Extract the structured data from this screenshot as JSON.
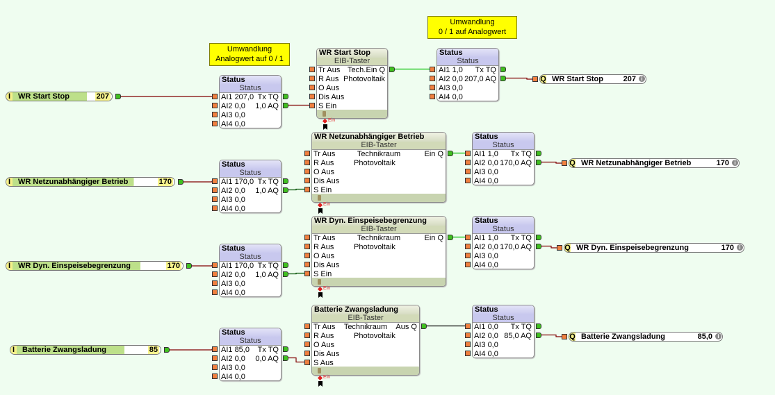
{
  "colors": {
    "background": "#effdf0",
    "note": "#ffff00",
    "analog_wire": "#800000",
    "digital_active_wire": "#00c000",
    "digital_wire": "#000000",
    "input_port": "#f08040",
    "output_port": "#40c020"
  },
  "notes": [
    {
      "line1": "Umwandlung",
      "line2": "Analogwert auf 0 / 1"
    },
    {
      "line1": "Umwandlung",
      "line2": "0 / 1  auf Analogwert"
    }
  ],
  "inputs": [
    {
      "prefix": "I",
      "label": "WR Start Stop",
      "value": "207"
    },
    {
      "prefix": "I",
      "label": "WR Netzunabhängiger Betrieb",
      "value": "170"
    },
    {
      "prefix": "I",
      "label": "WR Dyn. Einspeisebegrenzung",
      "value": "170"
    },
    {
      "prefix": "I",
      "label": "Batterie Zwangsladung",
      "value": "85"
    }
  ],
  "status_in": [
    {
      "title": "Status",
      "subtitle": "Status",
      "inputs": [
        "AI1 207,0",
        "AI2 0,0",
        "AI3 0,0",
        "AI4 0,0"
      ],
      "outputs": [
        "Tx TQ",
        "1,0 AQ"
      ]
    },
    {
      "title": "Status",
      "subtitle": "Status",
      "inputs": [
        "AI1 170,0",
        "AI2 0,0",
        "AI3 0,0",
        "AI4 0,0"
      ],
      "outputs": [
        "Tx TQ",
        "1,0 AQ"
      ]
    },
    {
      "title": "Status",
      "subtitle": "Status",
      "inputs": [
        "AI1 170,0",
        "AI2 0,0",
        "AI3 0,0",
        "AI4 0,0"
      ],
      "outputs": [
        "Tx TQ",
        "1,0 AQ"
      ]
    },
    {
      "title": "Status",
      "subtitle": "Status",
      "inputs": [
        "AI1 85,0",
        "AI2 0,0",
        "AI3 0,0",
        "AI4 0,0"
      ],
      "outputs": [
        "Tx TQ",
        "0,0 AQ"
      ]
    }
  ],
  "eib": [
    {
      "title": "WR Start Stop",
      "subtitle": "EIB-Taster",
      "inputs": [
        "Tr Aus",
        "R Aus",
        "O Aus",
        "Dis Aus",
        "S Ein"
      ],
      "room": "Tech...",
      "category": "Photovoltaik",
      "output": "Ein Q",
      "marker": "Ein"
    },
    {
      "title": "WR Netzunabhängiger Betrieb",
      "subtitle": "EIB-Taster",
      "inputs": [
        "Tr Aus",
        "R Aus",
        "O Aus",
        "Dis Aus",
        "S Ein"
      ],
      "room": "Technikraum",
      "category": "Photovoltaik",
      "output": "Ein Q",
      "marker": "Ein"
    },
    {
      "title": "WR Dyn. Einspeisebegrenzung",
      "subtitle": "EIB-Taster",
      "inputs": [
        "Tr Aus",
        "R Aus",
        "O Aus",
        "Dis Aus",
        "S Ein"
      ],
      "room": "Technikraum",
      "category": "Photovoltaik",
      "output": "Ein Q",
      "marker": "Ein"
    },
    {
      "title": "Batterie Zwangsladung",
      "subtitle": "EIB-Taster",
      "inputs": [
        "Tr Aus",
        "R Aus",
        "O Aus",
        "Dis Aus",
        "S Aus"
      ],
      "room": "Technikraum",
      "category": "Photovoltaik",
      "output": "Aus Q",
      "marker": "Ein"
    }
  ],
  "status_out": [
    {
      "title": "Status",
      "subtitle": "Status",
      "inputs": [
        "AI1 1,0",
        "AI2 0,0",
        "AI3 0,0",
        "AI4 0,0"
      ],
      "outputs": [
        "Tx TQ",
        "207,0 AQ"
      ]
    },
    {
      "title": "Status",
      "subtitle": "Status",
      "inputs": [
        "AI1 1,0",
        "AI2 0,0",
        "AI3 0,0",
        "AI4 0,0"
      ],
      "outputs": [
        "Tx TQ",
        "170,0 AQ"
      ]
    },
    {
      "title": "Status",
      "subtitle": "Status",
      "inputs": [
        "AI1 1,0",
        "AI2 0,0",
        "AI3 0,0",
        "AI4 0,0"
      ],
      "outputs": [
        "Tx TQ",
        "170,0 AQ"
      ]
    },
    {
      "title": "Status",
      "subtitle": "Status",
      "inputs": [
        "AI1 0,0",
        "AI2 0,0",
        "AI3 0,0",
        "AI4 0,0"
      ],
      "outputs": [
        "Tx TQ",
        "85,0 AQ"
      ]
    }
  ],
  "outputs": [
    {
      "prefix": "Q",
      "label": "WR Start Stop",
      "value": "207"
    },
    {
      "prefix": "Q",
      "label": "WR Netzunabhängiger Betrieb",
      "value": "170"
    },
    {
      "prefix": "Q",
      "label": "WR Dyn. Einspeisebegrenzung",
      "value": "170"
    },
    {
      "prefix": "Q",
      "label": "Batterie Zwangsladung",
      "value": "85,0"
    }
  ]
}
